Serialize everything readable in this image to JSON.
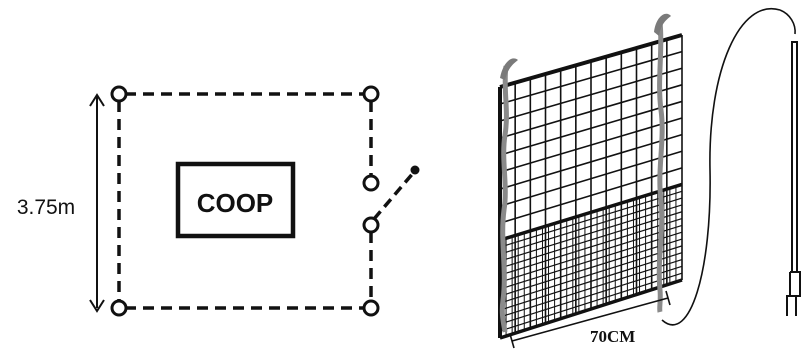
{
  "coop_plan": {
    "coop_label": "COOP",
    "height_dimension": "3.75m"
  },
  "netting": {
    "width_dimension": "70CM"
  }
}
